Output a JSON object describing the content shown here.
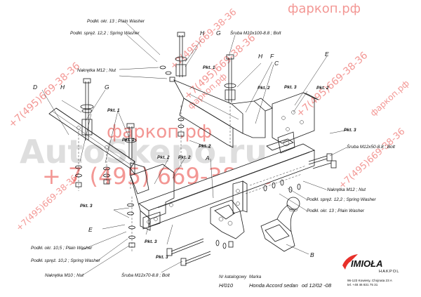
{
  "labels": {
    "plain_washer_13_top": "Podkł. okr. 13 ; Plain Washer",
    "spring_washer_12_top": "Podkł. spręż. 12,2 ; Spring Washer",
    "nut_m12_left": "Nakrętka M12 ; Nut",
    "bolt_m10": "Śruba M10x100-8.8 ; Bolt",
    "bolt_m12x50": "Śruba M12x50-8.8 ; Bolt",
    "nut_m12_right": "Nakrętka M12 ; Nut",
    "spring_washer_12_right": "Podkł. spręż. 12,2 ; Spring Washer",
    "plain_washer_13_right": "Podkł. okr. 13 ; Plain Washer",
    "plain_washer_10": "Podkł. okr. 10,5 ; Plain Washer",
    "spring_washer_10": "Podkł. spręż. 10,2 ; Spring Washer",
    "nut_m10": "Nakrętka M10 ; Nut",
    "bolt_m12x70": "Śruba M12x70-8.8 ; Bolt"
  },
  "pkt": {
    "p1": "Pkt. 1",
    "p2": "Pkt. 2",
    "p3": "Pkt. 3"
  },
  "letters": {
    "a": "A",
    "b": "B",
    "c": "C",
    "d": "D",
    "e": "E",
    "f": "F",
    "g": "G",
    "h": "H"
  },
  "watermarks": {
    "site": "фаркоп.рф",
    "phone": "+7(495)669-38-36",
    "phone_spaced": "+ 7 (495) 669-38-36",
    "brand": "AutoSkepo.ru"
  },
  "title_block": {
    "nr_label": "Nr katalogowy",
    "nr_value": "H/010",
    "marka_label": "Marka",
    "model_value": "Honda Accord sedan",
    "date_value": "od 12/02 -08"
  },
  "logo": {
    "name": "IMIOŁA",
    "sub": "HAKPOL",
    "address1": "96-123 Kowiesy, Chojnata 23 A",
    "address2": "tel. +48 46 831 75 31"
  }
}
